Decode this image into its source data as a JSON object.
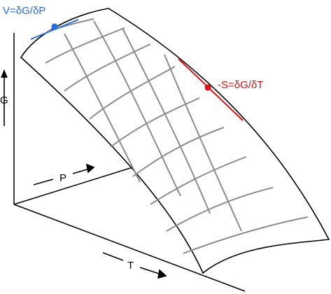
{
  "labels": {
    "volume_relation": "V=δG/δP",
    "entropy_relation": "-S=δG/δT",
    "g_axis": "G",
    "p_axis": "P",
    "t_axis": "T"
  },
  "colors": {
    "volume_tangent": "#1f6fe0",
    "entropy_tangent": "#e01010",
    "grid": "#8c8c8c",
    "outline": "#000000"
  }
}
